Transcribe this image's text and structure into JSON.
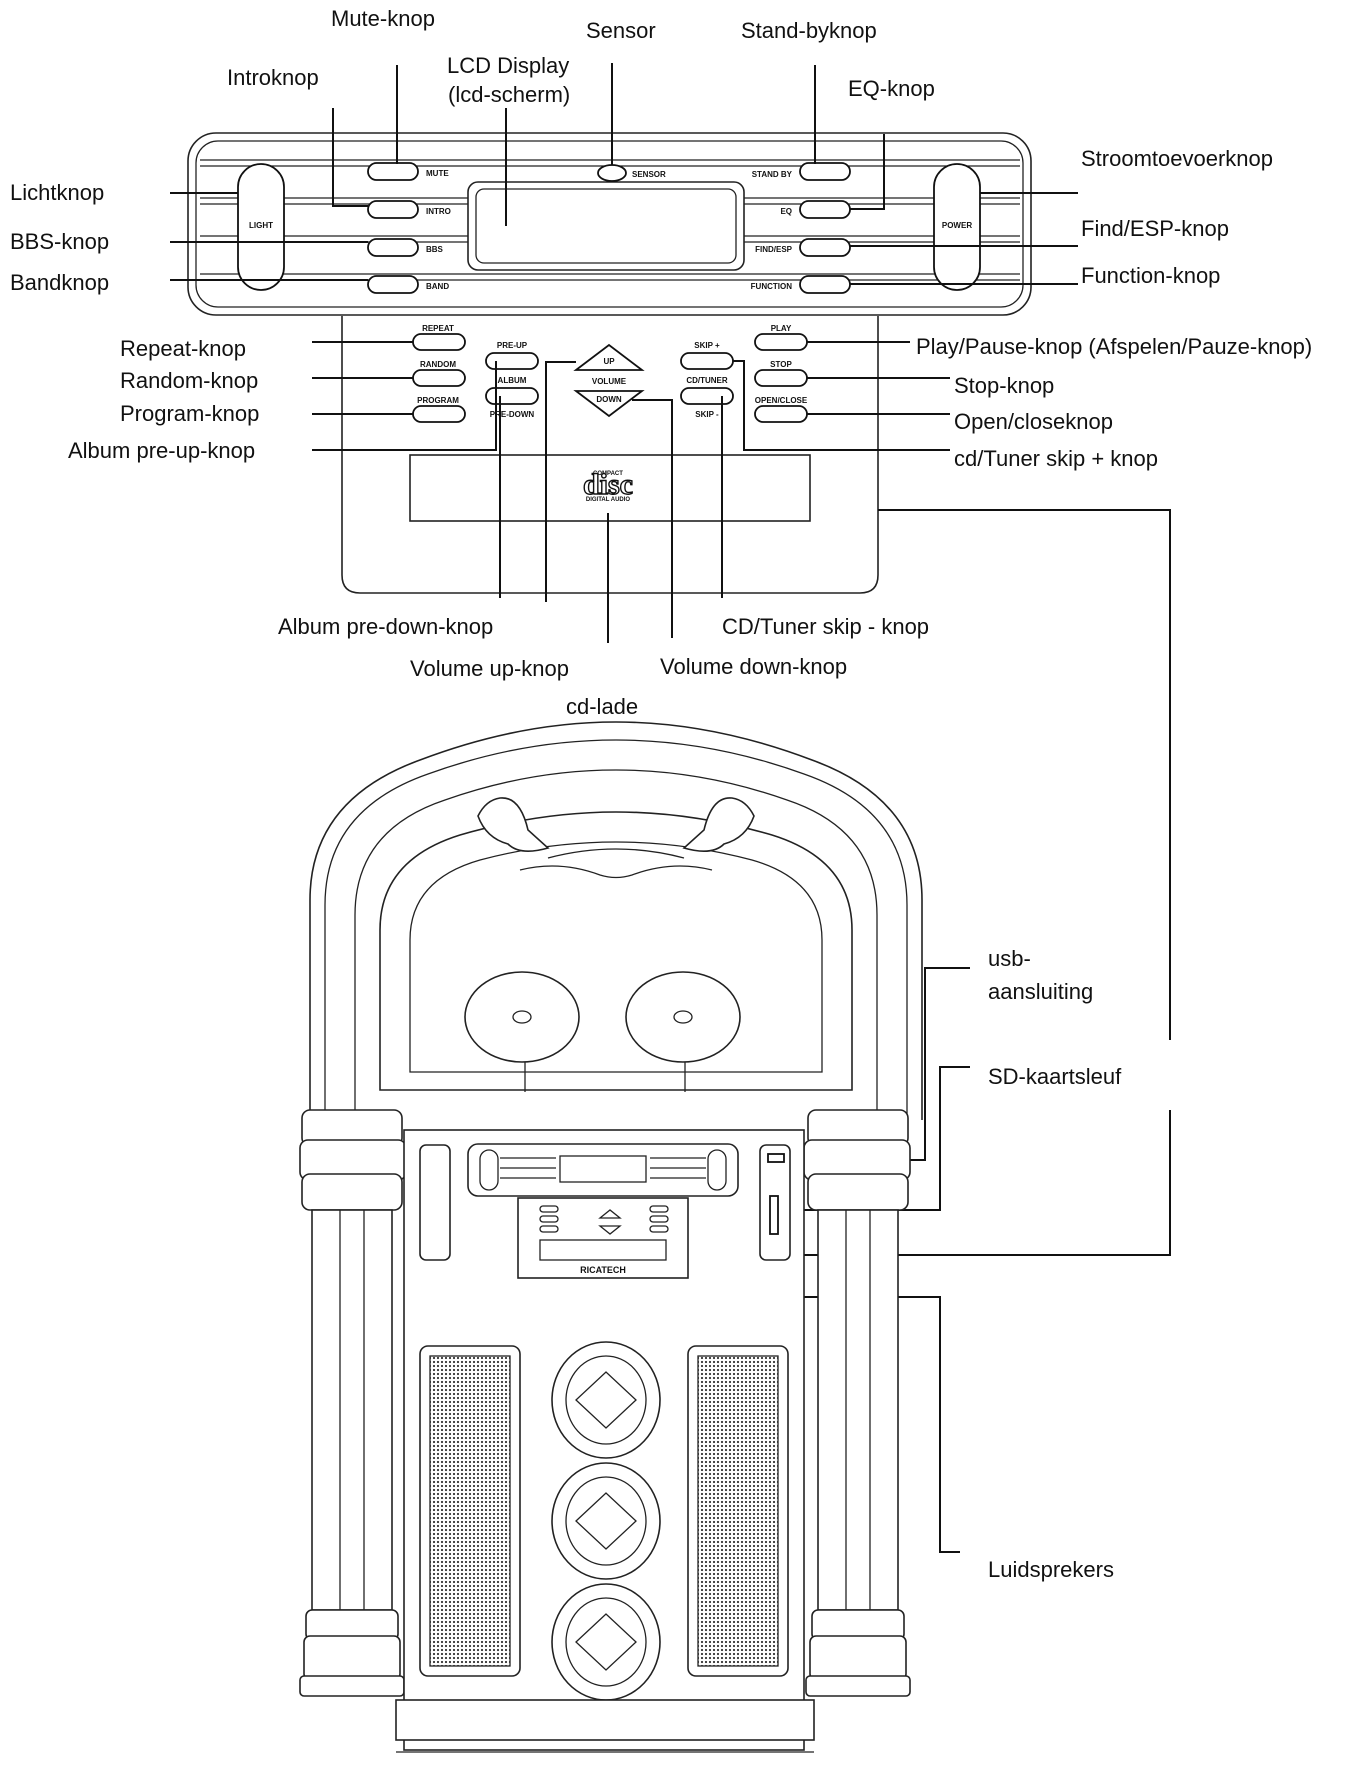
{
  "labels": {
    "mute": "Mute-knop",
    "sensor": "Sensor",
    "standby": "Stand-byknop",
    "intro": "Introknop",
    "lcd_line1": "LCD Display",
    "lcd_line2": "(lcd-scherm)",
    "eq": "EQ-knop",
    "power": "Stroomtoevoerknop",
    "light": "Lichtknop",
    "find_esp": "Find/ESP-knop",
    "bbs": "BBS-knop",
    "function": "Function-knop",
    "band": "Bandknop",
    "repeat": "Repeat-knop",
    "play_pause": "Play/Pause-knop (Afspelen/Pauze-knop)",
    "random": "Random-knop",
    "stop": "Stop-knop",
    "program": "Program-knop",
    "open_close": "Open/closeknop",
    "album_pre_up": "Album pre-up-knop",
    "skip_plus": "cd/Tuner skip + knop",
    "album_pre_down": "Album pre-down-knop",
    "skip_minus": "CD/Tuner skip - knop",
    "volume_up": "Volume up-knop",
    "volume_down": "Volume down-knop",
    "cd_tray": "cd-lade",
    "usb_line1": "usb-",
    "usb_line2": "aansluiting",
    "sd": "SD-kaartsleuf",
    "speakers": "Luidsprekers"
  },
  "panel": {
    "mute": "MUTE",
    "sensor": "SENSOR",
    "standby": "STAND BY",
    "intro": "INTRO",
    "eq": "EQ",
    "bbs": "BBS",
    "find_esp": "FIND/ESP",
    "band": "BAND",
    "function": "FUNCTION",
    "light": "LIGHT",
    "power": "POWER",
    "repeat": "REPEAT",
    "random": "RANDOM",
    "program": "PROGRAM",
    "pre_up": "PRE-UP",
    "album": "ALBUM",
    "pre_down": "PRE-DOWN",
    "up": "UP",
    "volume": "VOLUME",
    "down": "DOWN",
    "skip_plus": "SKIP +",
    "cd_tuner": "CD/TUNER",
    "skip_minus": "SKIP -",
    "play": "PLAY",
    "stop": "STOP",
    "open_close": "OPEN/CLOSE"
  },
  "logo": {
    "top": "COMPACT",
    "main": "disc",
    "bottom": "DIGITAL AUDIO"
  },
  "brand": "RICATECH"
}
